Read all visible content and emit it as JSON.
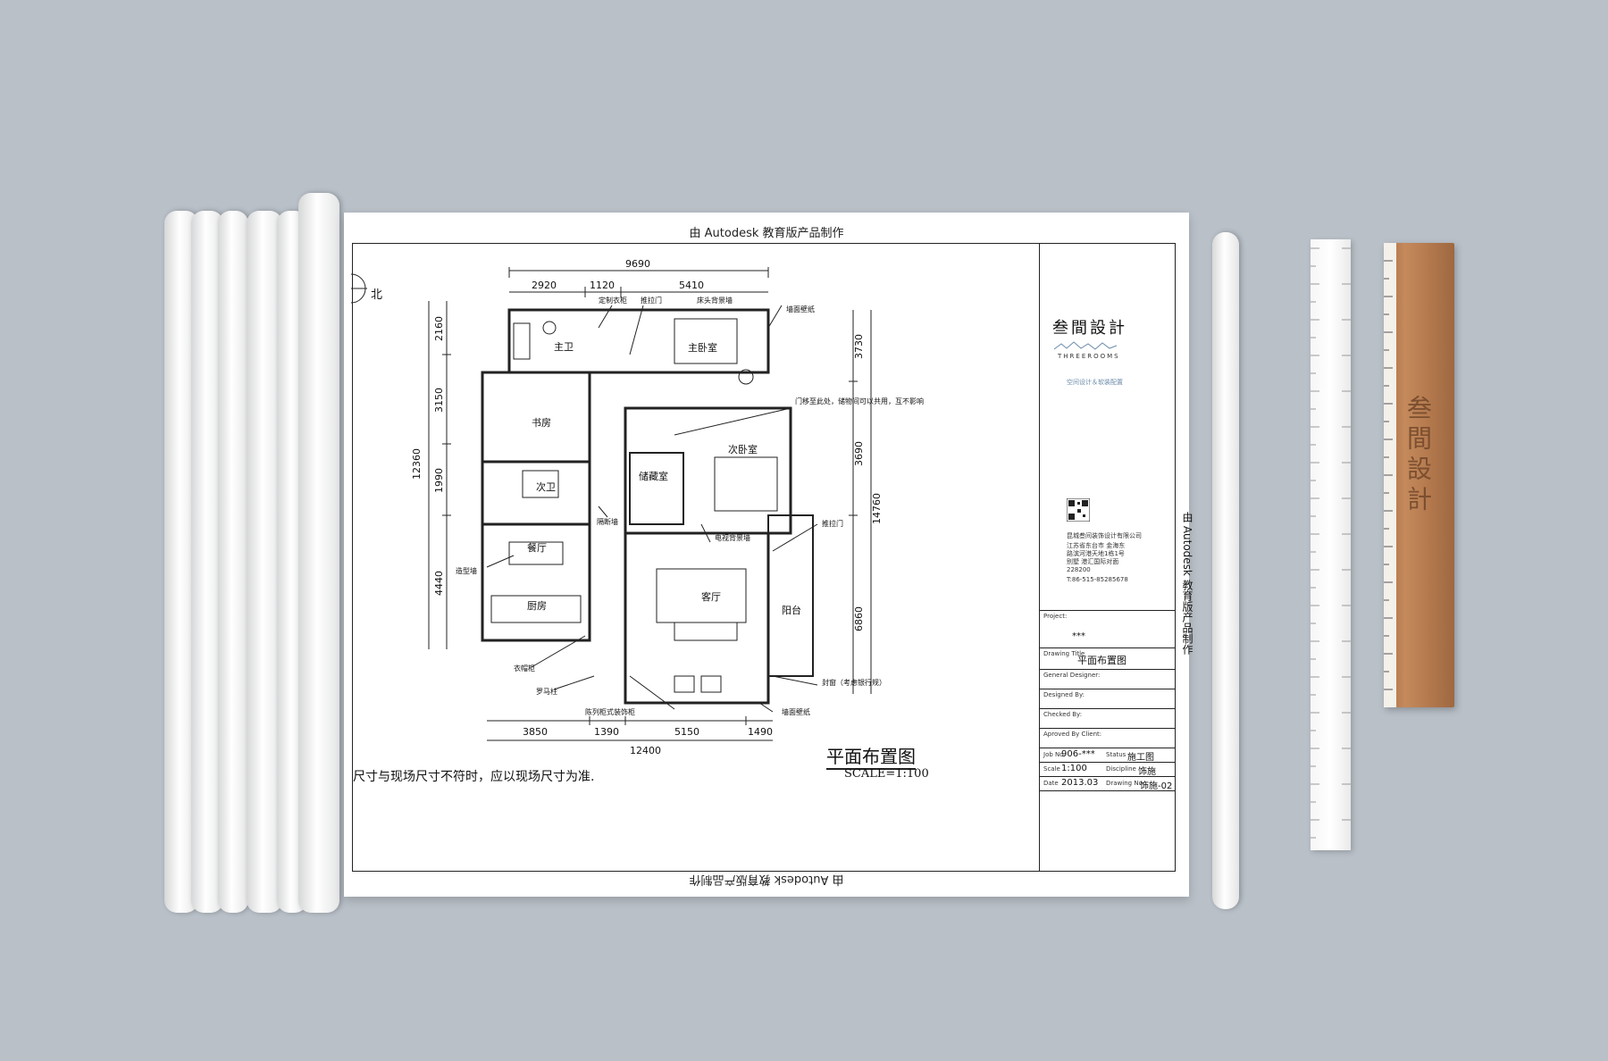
{
  "sheet": {
    "header_note": "由 Autodesk 教育版产品制作",
    "footer_note": "由 Autodesk 教育版产品制作",
    "side_note": "由 Autodesk 教育版产品制作",
    "north_label": "北",
    "note_text": "尺寸与现场尺寸不符时，应以现场尺寸为准.",
    "plan_title": "平面布置图",
    "scale_text": "SCALE=1:100",
    "dimensions": {
      "top_total": "9690",
      "top_1": "2920",
      "top_2": "1120",
      "top_3": "5410",
      "left_total": "12360",
      "left_1": "2160",
      "left_2": "3150",
      "left_3": "1990",
      "left_4": "4440",
      "right_total": "14760",
      "right_1": "3730",
      "right_2": "3690",
      "right_3": "6860",
      "bottom_total": "12400",
      "bottom_1": "3850",
      "bottom_2": "1390",
      "bottom_3": "5150",
      "bottom_4": "1490"
    },
    "rooms": {
      "master_bath": "主卫",
      "master_bedroom": "主卧室",
      "study": "书房",
      "second_bedroom": "次卧室",
      "second_bath": "次卫",
      "storage": "储藏室",
      "dining": "餐厅",
      "kitchen": "厨房",
      "living": "客厅",
      "balcony": "阳台"
    },
    "annotations": {
      "a1": "定制衣柜",
      "a2": "推拉门",
      "a3": "床头背景墙",
      "a4": "墙面壁纸",
      "a5": "门移至此处，储物间可以共用，互不影响",
      "a6": "推拉门",
      "a7": "隔断墙",
      "a8": "电视背景墙",
      "a9": "造型墙",
      "a10": "衣帽柜",
      "a11": "罗马柱",
      "a12": "封窗（考虑银行规）",
      "a13": "墙面壁纸",
      "a14": "陈列柜式装饰柜"
    },
    "title_block": {
      "brand": "叁間設計",
      "brand_en": "THREEROOMS",
      "tagline": "空间设计＆软装配置",
      "company": "昆城叁间装饰设计有限公司",
      "address": "江苏省东台市 金海东路滨河港天地1栋1号别墅 港汇国际对面 228200",
      "phone": "T:86-515-85285678",
      "project_label": "Project:",
      "project_value": "***",
      "drawing_title_label": "Drawing Title",
      "drawing_title": "平面布置图",
      "designer_label": "General Designer:",
      "designed_label": "Designed By:",
      "checked_label": "Checked By:",
      "approved_label": "Aproved By Client:",
      "job_no_label": "Job No.",
      "job_no": "906-***",
      "status_label": "Status",
      "status": "施工图",
      "scale_label": "Scale",
      "scale": "1:100",
      "discipline_label": "Discipline",
      "discipline": "饰施",
      "date_label": "Date",
      "date": "2013.03",
      "drawing_no_label": "Drawing No.",
      "drawing_no": "饰施-02"
    }
  },
  "wood_ruler": {
    "brand": "叁間設計"
  }
}
